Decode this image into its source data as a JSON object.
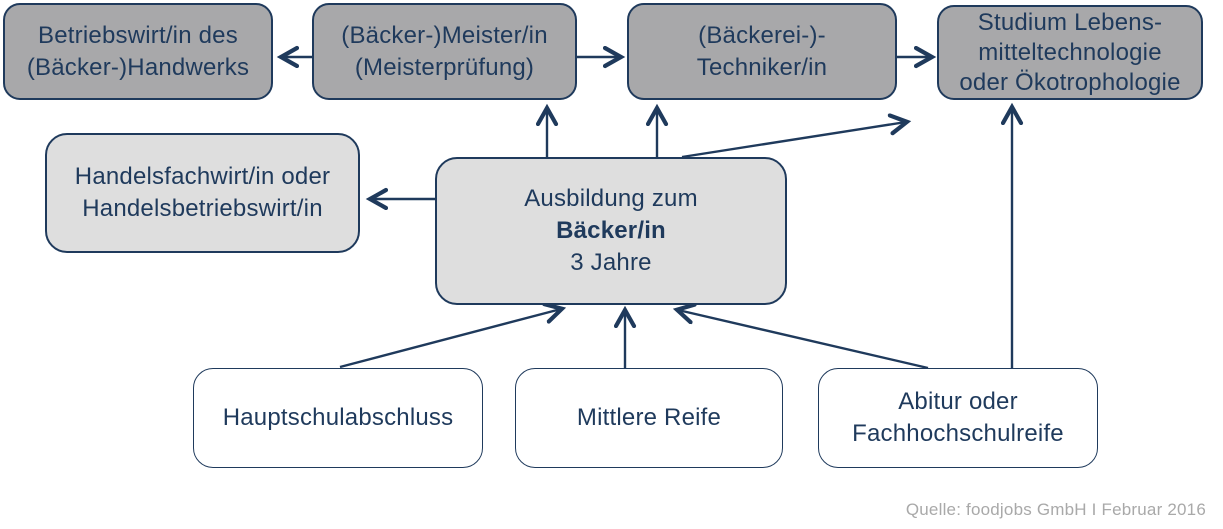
{
  "colors": {
    "navy": "#1f3a5c",
    "dark_box_fill": "#a8a8aa",
    "light_box_fill": "#dedede",
    "white_box_fill": "#ffffff",
    "source_text": "#a9a9a9"
  },
  "nodes": {
    "betriebswirt": {
      "lines": [
        "Betriebswirt/in des",
        "(Bäcker-)Handwerks"
      ]
    },
    "meister": {
      "lines": [
        "(Bäcker-)Meister/in",
        "(Meisterprüfung)"
      ]
    },
    "techniker": {
      "lines": [
        "(Bäckerei-)-",
        "Techniker/in"
      ]
    },
    "studium": {
      "lines": [
        "Studium Lebens-",
        "mitteltechnologie",
        "oder Ökotrophologie"
      ]
    },
    "handelsfachwirt": {
      "lines": [
        "Handelsfachwirt/in oder",
        "Handelsbetriebswirt/in"
      ]
    },
    "ausbildung": {
      "lines": [
        "Ausbildung zum",
        "Bäcker/in",
        "3 Jahre"
      ],
      "bold_line": "Bäcker/in"
    },
    "hauptschulabschluss": {
      "lines": [
        "Hauptschulabschluss"
      ]
    },
    "mittlere_reife": {
      "lines": [
        "Mittlere Reife"
      ]
    },
    "abitur": {
      "lines": [
        "Abitur oder",
        "Fachhochschulreife"
      ]
    }
  },
  "source": "Quelle: foodjobs GmbH I Februar 2016"
}
